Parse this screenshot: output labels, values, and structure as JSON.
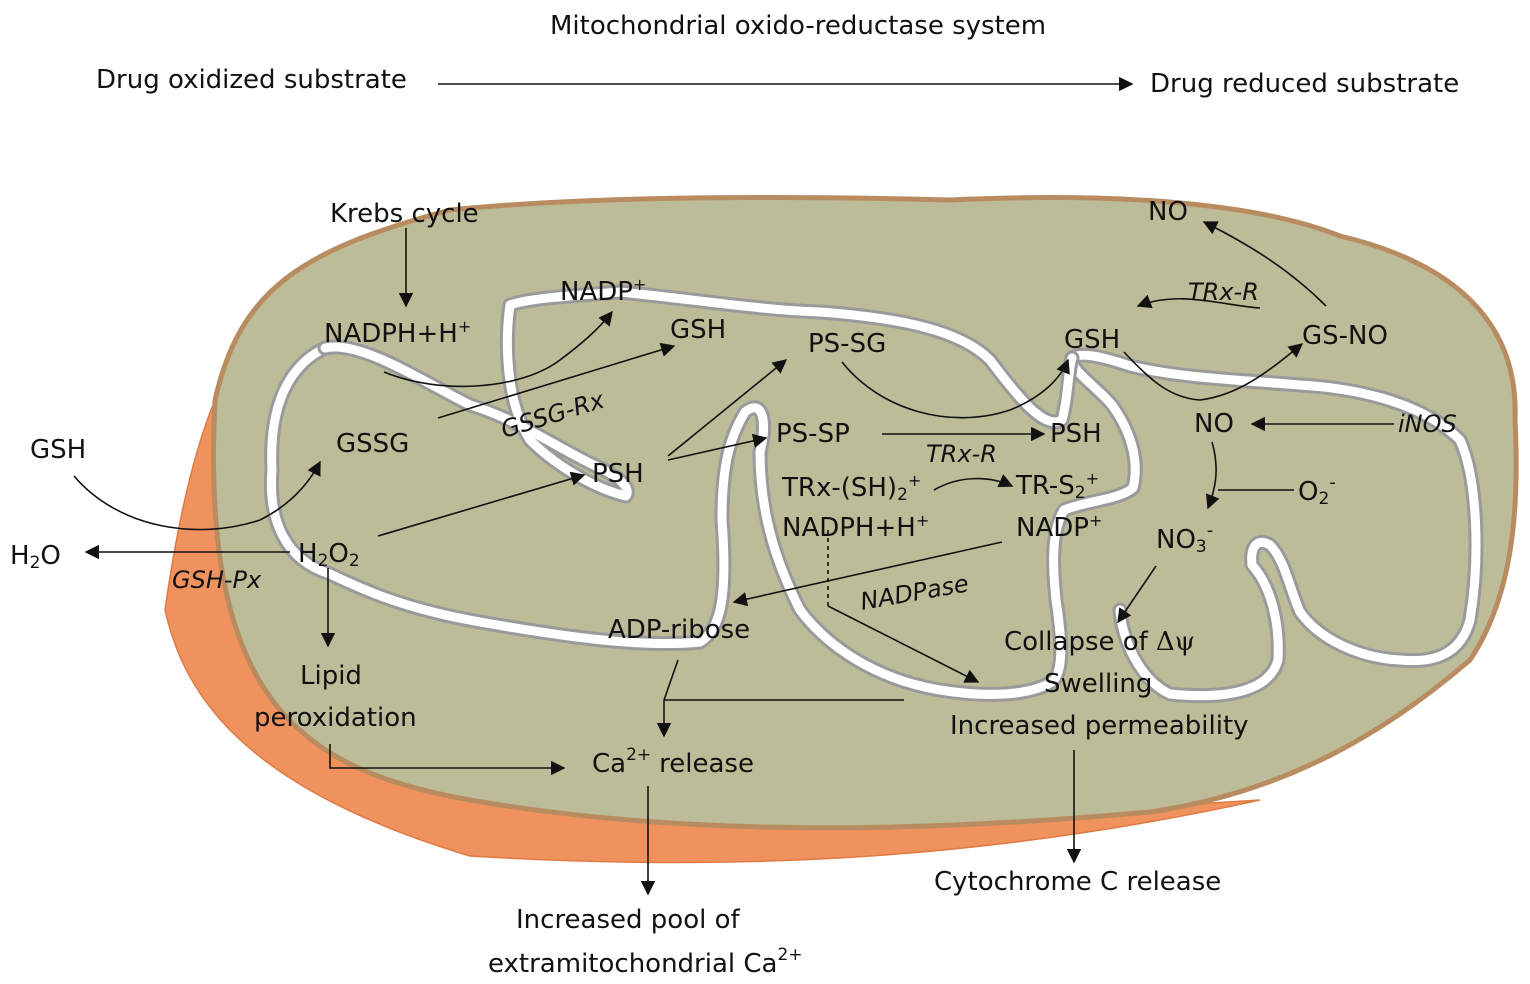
{
  "header": {
    "title": "Mitochondrial oxido-reductase system",
    "left": "Drug oxidized substrate",
    "right": "Drug reduced substrate"
  },
  "labels": {
    "krebs": "Krebs cycle",
    "nadph_h": "NADPH+H",
    "nadph_h_sup": "+",
    "nadp": "NADP",
    "nadp_sup": "+",
    "gsh_top": "GSH",
    "gssg": "GSSG",
    "gsh_outside": "GSH",
    "h2o": "H",
    "h2o_sub": "2",
    "h2o_tail": "O",
    "h2o2": "H",
    "h2o2_sub1": "2",
    "h2o2_mid": "O",
    "h2o2_sub2": "2",
    "psh_left": "PSH",
    "ps_sg": "PS-SG",
    "ps_sp": "PS-SP",
    "psh_mid": "PSH",
    "trx_sh2": "TRx-(SH)",
    "trx_sh2_sub": "2",
    "trx_sh2_sup": "+",
    "tr_s2": "TR-S",
    "tr_s2_sub": "2",
    "tr_s2_sup": "+",
    "nadph_h_mid": "NADPH+H",
    "nadph_h_mid_sup": "+",
    "nadp_mid": "NADP",
    "nadp_mid_sup": "+",
    "gsh_right": "GSH",
    "gs_no": "GS-NO",
    "no_top": "NO",
    "no_mid": "NO",
    "o2": "O",
    "o2_sub": "2",
    "o2_sup": "-",
    "no3": "NO",
    "no3_sub": "3",
    "no3_sup": "-",
    "adp_ribose": "ADP-ribose",
    "collapse": "Collapse of",
    "delta_psi": "Δψ",
    "swelling": "Swelling",
    "permeability": "Increased permeability",
    "lipid1": "Lipid",
    "lipid2": "peroxidation",
    "ca_release": "Ca",
    "ca_release_sup": "2+",
    "ca_release_tail": "release",
    "cyto": "Cytochrome C release",
    "pool1": "Increased pool of",
    "pool2": "extramitochondrial Ca",
    "pool2_sup": "2+"
  },
  "enzymes": {
    "gssg_rx": "GSSG-Rx",
    "gsh_px": "GSH-Px",
    "trx_r_mid": "TRx-R",
    "trx_r_top": "TRx-R",
    "inos": "iNOS",
    "nadpase": "NADPase"
  },
  "colors": {
    "matrix": "#bcbd98",
    "outer_membrane": "#b88c60",
    "side_wall": "#f0925e",
    "cristae_light": "#ffffff",
    "cristae_shadow": "#9a9a9a"
  }
}
